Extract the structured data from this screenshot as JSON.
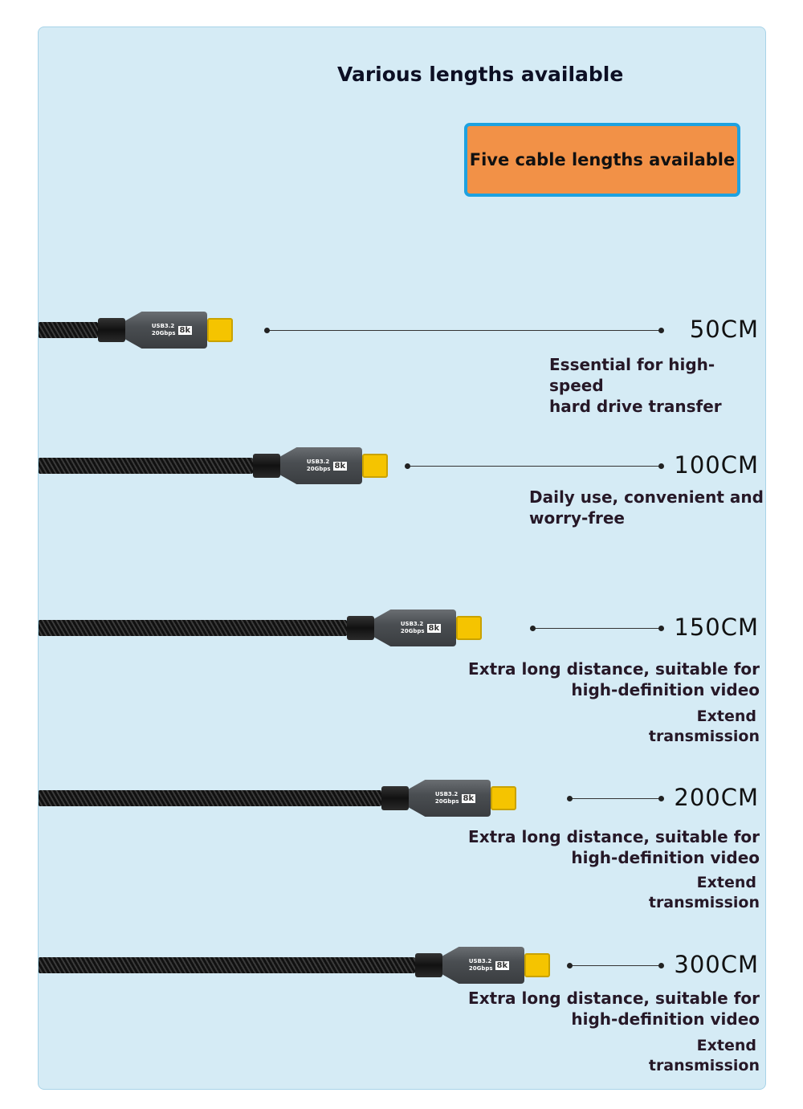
{
  "title": "Various lengths available",
  "badge": "Five cable lengths available",
  "connector": {
    "line1": "USB3.2",
    "line2": "20Gbps",
    "res": "8k"
  },
  "colors": {
    "background": "#d5ebf5",
    "badge": "#f29147",
    "badge_border": "#1ea2e0",
    "tip": "#f5c400"
  },
  "items": [
    {
      "length": "50CM",
      "desc1": "Essential for high-speed",
      "desc2": "hard drive transfer"
    },
    {
      "length": "100CM",
      "desc1": "Daily use, convenient and",
      "desc2": "worry-free"
    },
    {
      "length": "150CM",
      "desc1": "Extra long distance, suitable for",
      "desc2": "high-definition video",
      "extra1": "Extend",
      "extra2": "transmission"
    },
    {
      "length": "200CM",
      "desc1": "Extra long distance, suitable for",
      "desc2": "high-definition video",
      "extra1": "Extend",
      "extra2": "transmission"
    },
    {
      "length": "300CM",
      "desc1": "Extra long distance, suitable for",
      "desc2": "high-definition video",
      "extra1": "Extend",
      "extra2": "transmission"
    }
  ]
}
